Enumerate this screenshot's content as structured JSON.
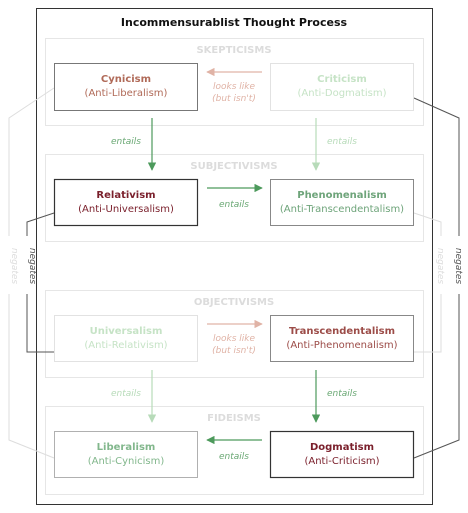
{
  "title": "Incommensurablist Thought Process",
  "groups": [
    {
      "id": "skepticisms",
      "label": "SKEPTICISMS"
    },
    {
      "id": "subjectivisms",
      "label": "SUBJECTIVISMS"
    },
    {
      "id": "objectivisms",
      "label": "OBJECTIVISMS"
    },
    {
      "id": "fideisms",
      "label": "FIDEISMS"
    }
  ],
  "nodes": {
    "cynicism": {
      "name": "Cynicism",
      "sub": "(Anti-Liberalism)"
    },
    "criticism": {
      "name": "Criticism",
      "sub": "(Anti-Dogmatism)"
    },
    "relativism": {
      "name": "Relativism",
      "sub": "(Anti-Universalism)"
    },
    "phenomenalism": {
      "name": "Phenomenalism",
      "sub": "(Anti-Transcendentalism)"
    },
    "universalism": {
      "name": "Universalism",
      "sub": "(Anti-Relativism)"
    },
    "transcendentalism": {
      "name": "Transcendentalism",
      "sub": "(Anti-Phenomenalism)"
    },
    "liberalism": {
      "name": "Liberalism",
      "sub": "(Anti-Cynicism)"
    },
    "dogmatism": {
      "name": "Dogmatism",
      "sub": "(Anti-Criticism)"
    }
  },
  "edge_labels": {
    "entails": "entails",
    "looks_like_1": "looks like",
    "looks_like_2": "(but isn't)",
    "negates": "negates"
  },
  "colors": {
    "dark_red": "#7a1f2b",
    "dark_green": "#4d9a5c",
    "dark_border": "#333333",
    "faded_red": "#d9a99b",
    "faded_green": "#b7dbb9",
    "faded_gray": "#d8d8d8"
  }
}
